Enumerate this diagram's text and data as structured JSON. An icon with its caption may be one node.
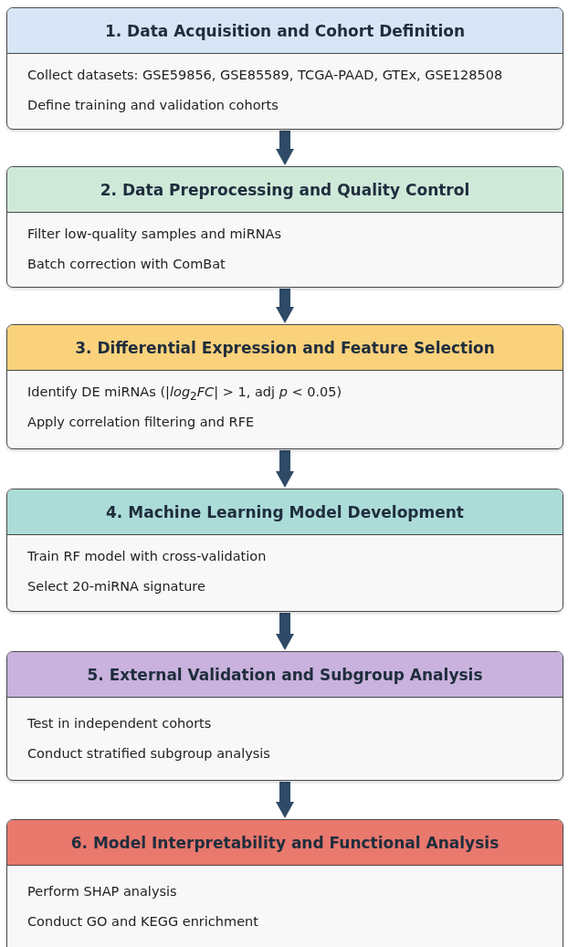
{
  "diagram": {
    "nodes": [
      {
        "text": [
          "1. Data Acquisition and Cohort Definition",
          "Collect datasets: GSE59856, GSE85589, TCGA-PAAD, GTEx, GSE128508",
          "Define training and validation cohorts"
        ]
      },
      {
        "text": [
          "2. Data Preprocessing and Quality Control",
          "Filter low-quality samples and miRNAs",
          "Batch correction with ComBat"
        ]
      },
      {
        "text": [
          "3. Differential Expression and Feature Selection",
          "Identify DE miRNAs (|*log*$_{2}$*FC*| > 1, adj *p* < 0.05)",
          "Apply correlation filtering and RFE"
        ]
      },
      {
        "text": [
          "4. Machine Learning Model Development",
          "Train RF model with cross-validation",
          "Select 20-miRNA signature"
        ]
      },
      {
        "text": [
          "5. External Validation and Subgroup Analysis",
          "Test in independent cohorts",
          "Conduct stratified subgroup analysis"
        ]
      },
      {
        "text": [
          "6. Model Interpretability and Functional Analysis",
          "Perform SHAP analysis",
          "Conduct GO and KEGG enrichment"
        ]
      }
    ],
    "edges": [
      {
        "from": 0,
        "to": 1,
        "arrow": "to"
      },
      {
        "from": 1,
        "to": 2,
        "arrow": "to"
      },
      {
        "from": 2,
        "to": 3,
        "arrow": "to"
      },
      {
        "from": 3,
        "to": 4,
        "arrow": "to"
      },
      {
        "from": 4,
        "to": 5,
        "arrow": "to"
      }
    ]
  }
}
